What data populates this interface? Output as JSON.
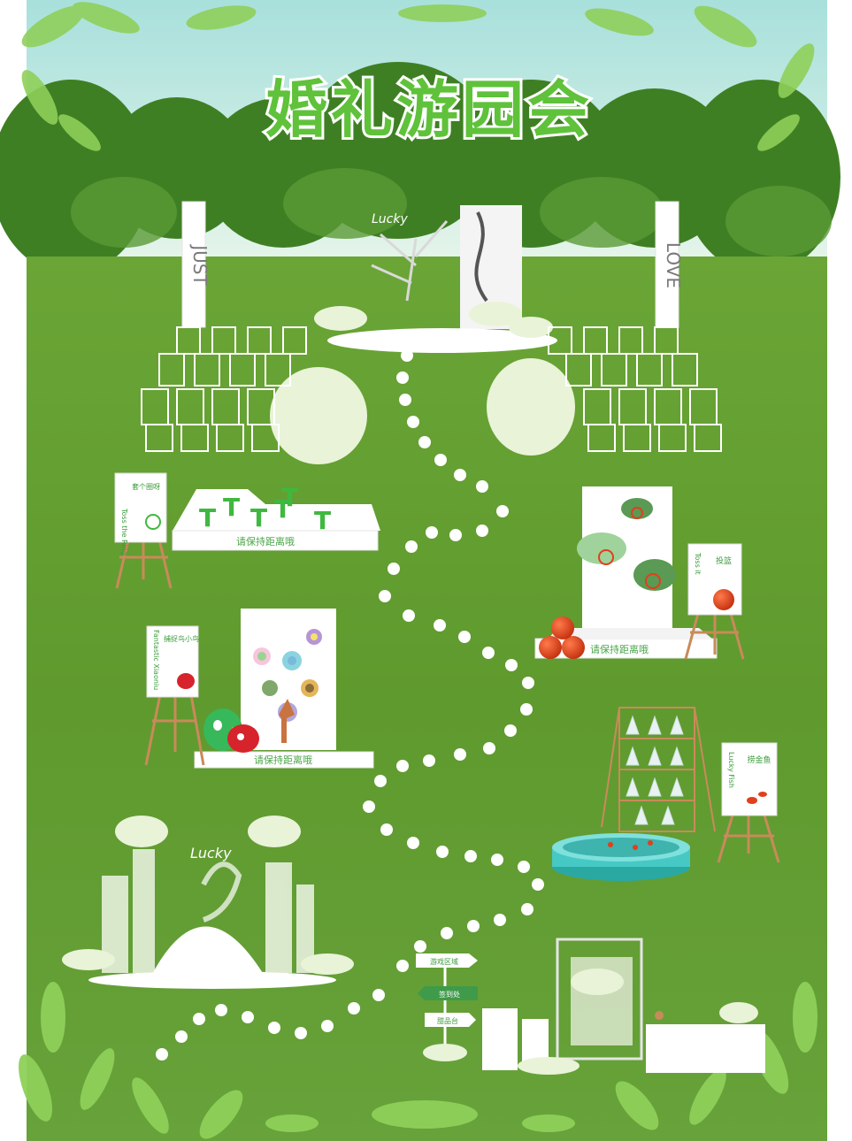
{
  "title": "婚礼游园会",
  "colors": {
    "grass": "#5f9a2e",
    "grass_dark": "#4d8524",
    "sky": "#bfe8e3",
    "title_green": "#5fc23a",
    "title_outline": "#ffffff",
    "path_dot": "#ffffff",
    "ball": "#e0401c",
    "pool": "#46c9c4",
    "easel": "#c98a5a"
  },
  "ceremony": {
    "left_pillar_text": "JUST",
    "right_pillar_text": "LOVE",
    "script_text": "Lucky"
  },
  "booths": {
    "ring_toss": {
      "booth_label": "请保持距离哦",
      "sign_title": "套个圈呀",
      "sign_script": "Toss the Ring",
      "pegs_icon": "t-peg-icon"
    },
    "basketball": {
      "booth_label": "请保持距离哦",
      "sign_title": "投篮",
      "sign_script": "Toss it"
    },
    "angry_birds": {
      "booth_label": "请保持距离哦",
      "sign_title": "捕捉鸟小鸟",
      "sign_script": "Fantastic Xiaoniu"
    },
    "fishing": {
      "sign_title": "捞金鱼",
      "sign_script": "Lucky Fish"
    }
  },
  "photo_area": {
    "script_text": "Lucky"
  },
  "signpost": {
    "arrows": [
      "游戏区域",
      "签到处",
      "甜品台"
    ]
  }
}
